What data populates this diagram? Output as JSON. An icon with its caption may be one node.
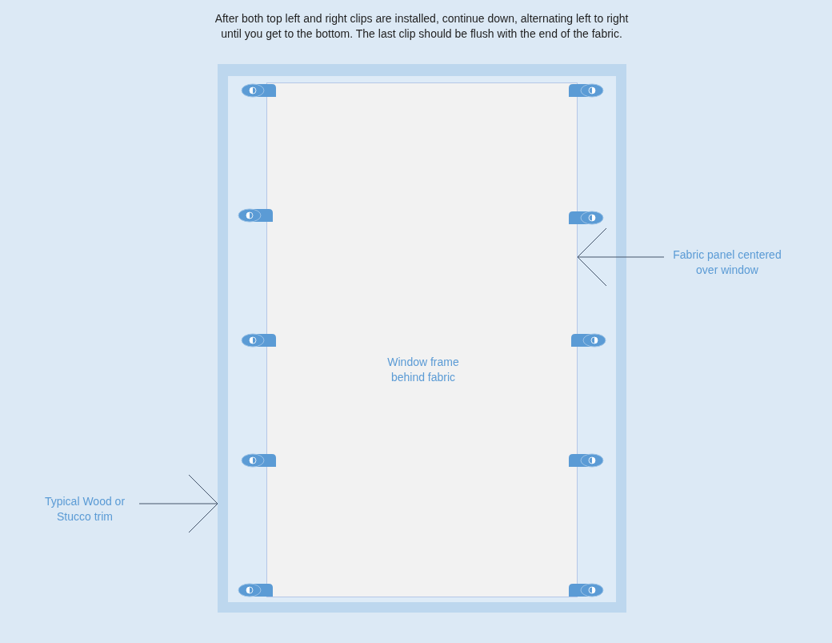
{
  "diagram": {
    "title": "After both top left and right clips are installed, continue down, alternating left to right until you get to the bottom. The last clip should be flush with the end of the fabric.",
    "nodes": [
      {
        "text": [],
        "shape": "box"
      },
      {
        "text": [
          "Window frame behind fabric"
        ],
        "in": 0
      },
      {
        "text": [
          "Fabric panel centered over window"
        ]
      },
      {
        "text": [
          "Typical Wood or Stucco trim"
        ]
      }
    ],
    "edges": [
      {
        "from": 2,
        "to": 1,
        "arrow": "to"
      },
      {
        "from": 3,
        "to": 0,
        "arrow": "to"
      }
    ]
  }
}
